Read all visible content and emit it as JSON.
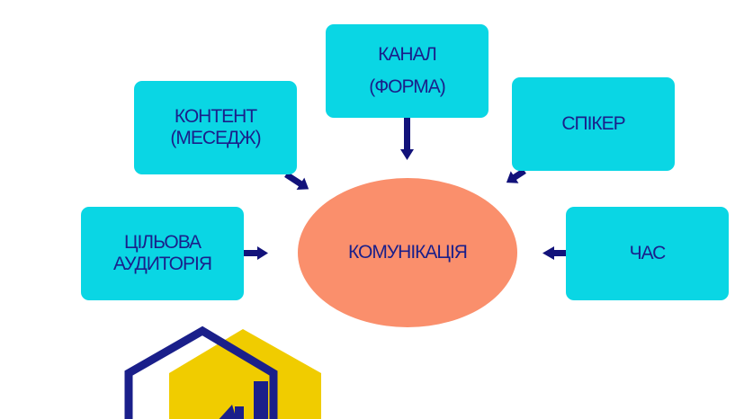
{
  "center": {
    "label": "КОМУНІКАЦІЯ"
  },
  "nodes": {
    "channel": {
      "line1": "КАНАЛ",
      "line2": "(ФОРМА)"
    },
    "content": {
      "line1": "КОНТЕНТ",
      "line2": "(МЕСЕДЖ)"
    },
    "speaker": {
      "line1": "СПІКЕР"
    },
    "audience": {
      "line1": "ЦІЛЬОВА",
      "line2": "АУДИТОРІЯ"
    },
    "time": {
      "line1": "ЧАС"
    }
  },
  "colors": {
    "box": "#0ad6e4",
    "ellipse": "#fa8f6c",
    "text": "#1a1f8a",
    "arrow": "#12127a",
    "logo_yellow": "#f0cc00",
    "logo_navy": "#1a1f8a"
  },
  "icons": {
    "logo": "house-hexagon-logo-icon"
  }
}
